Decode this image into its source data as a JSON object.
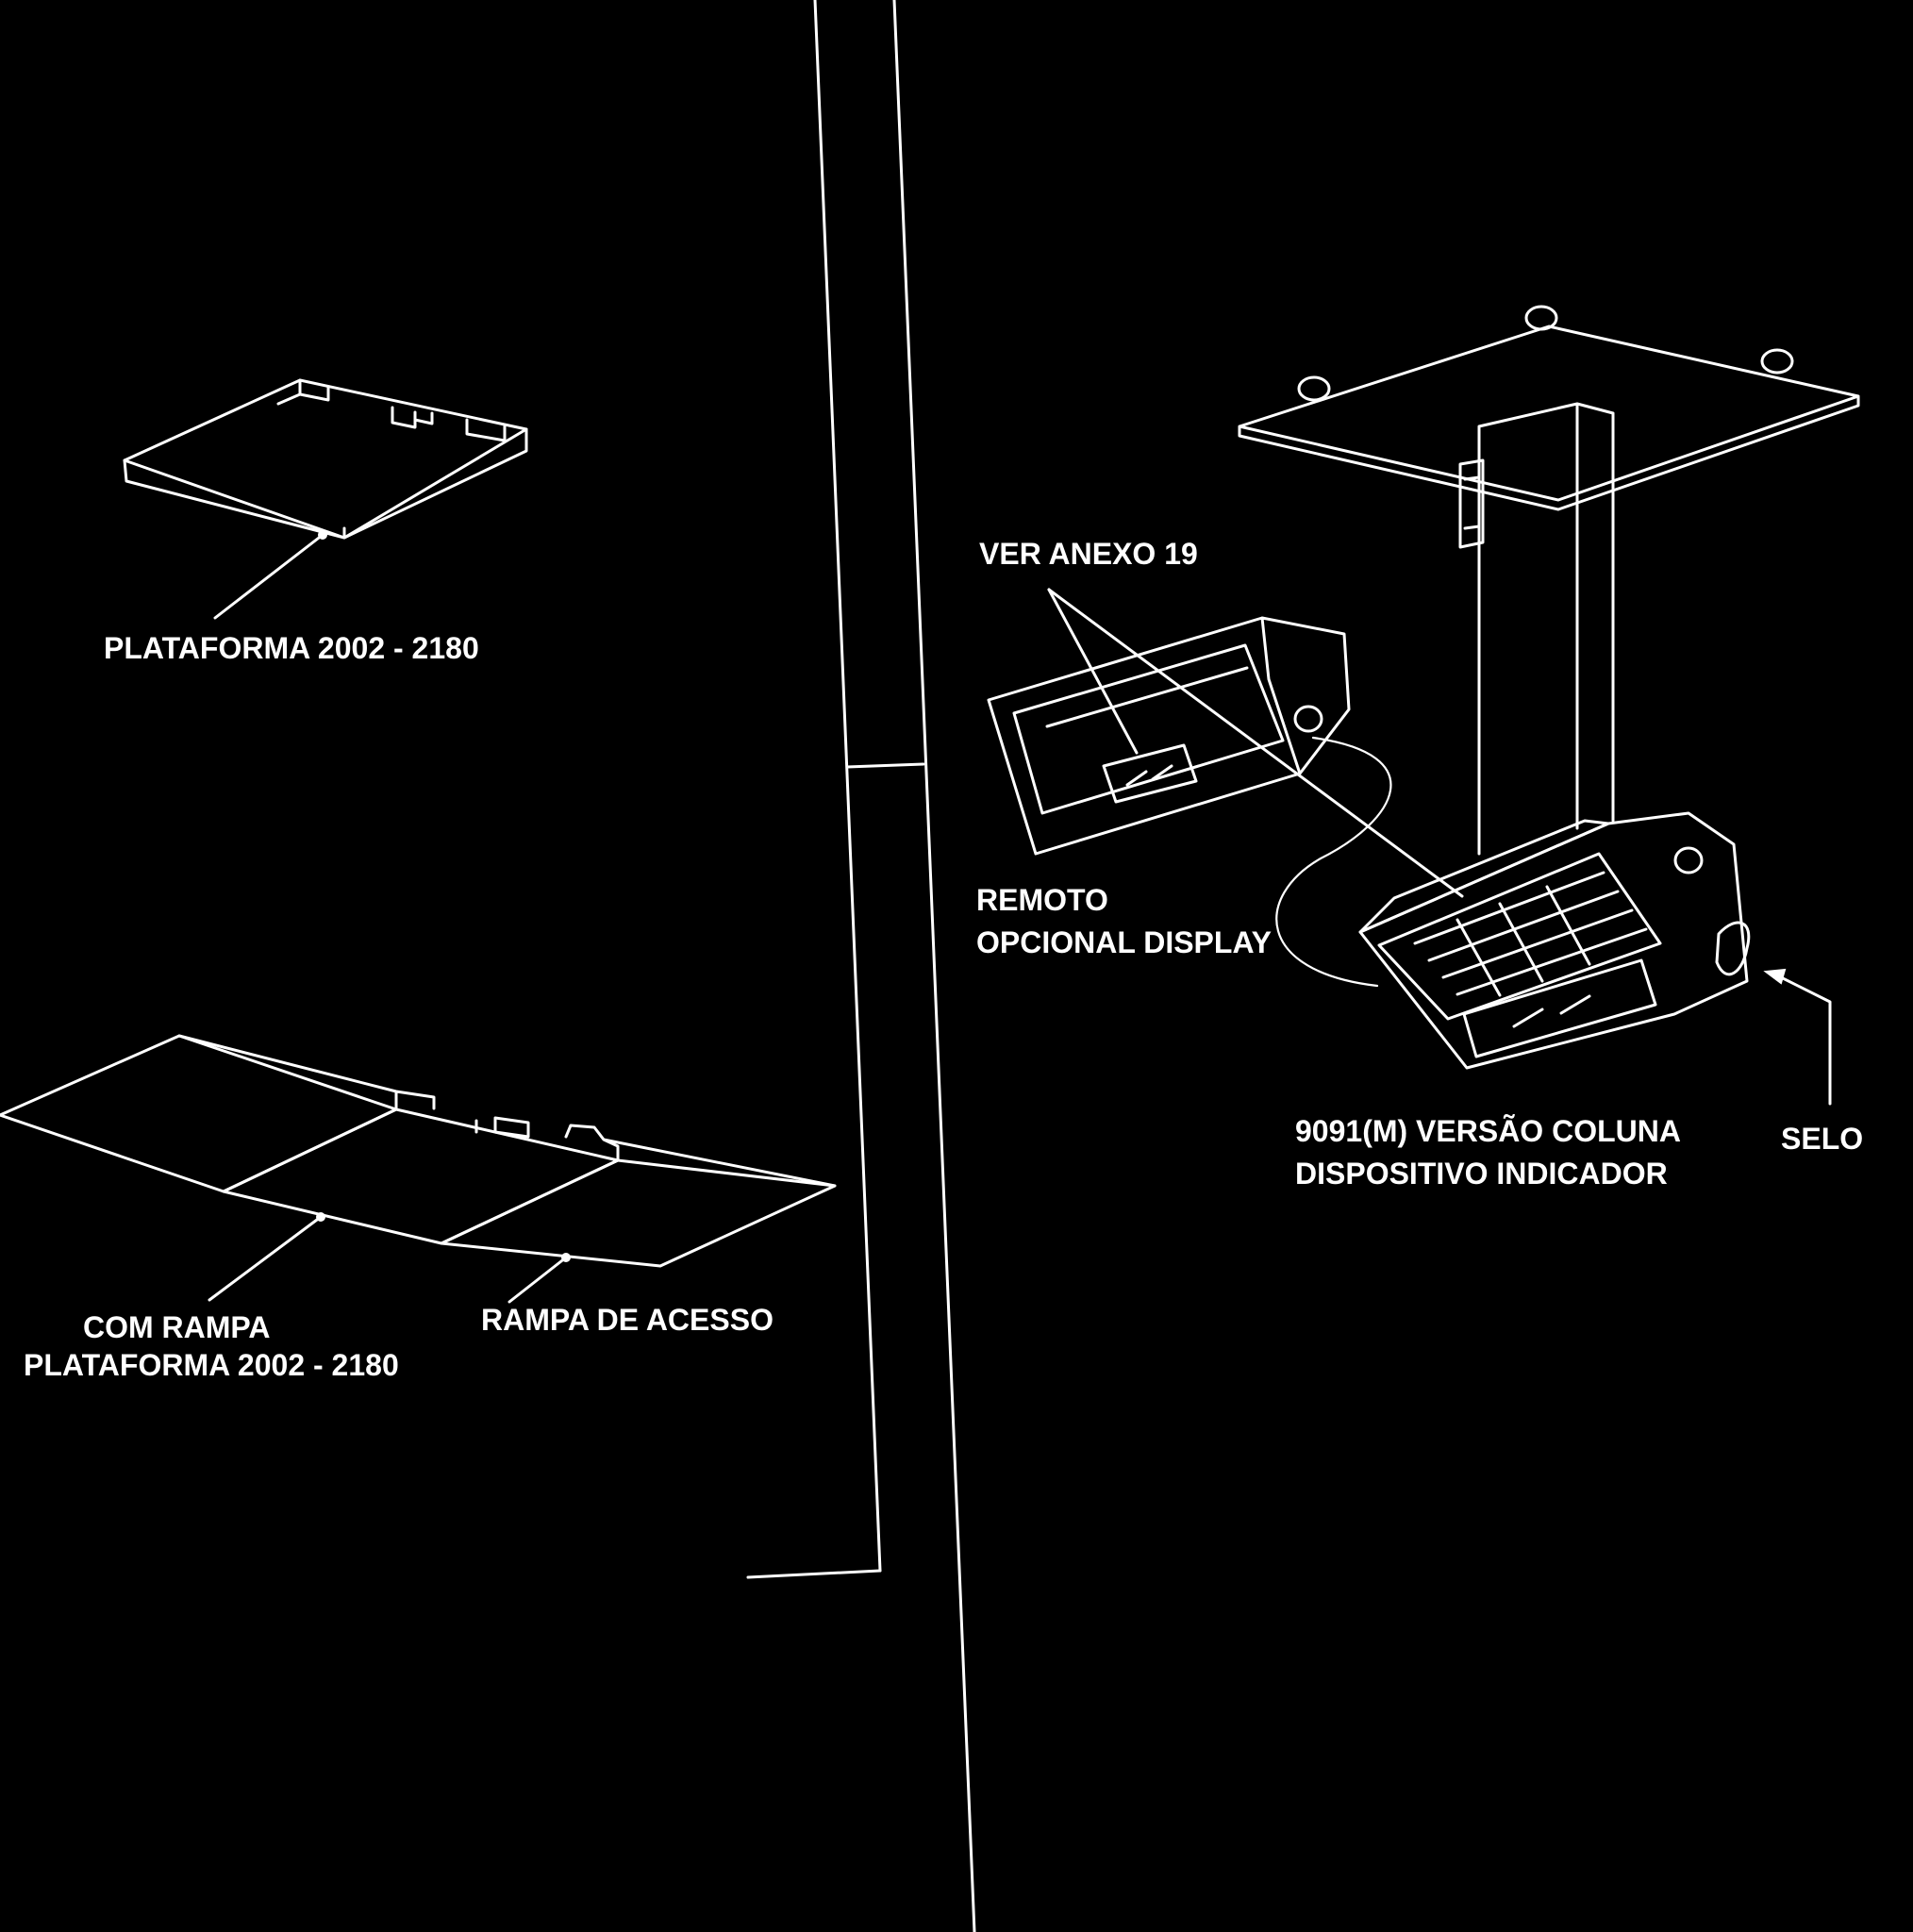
{
  "colors": {
    "background": "#000000",
    "line": "#ffffff"
  },
  "labels": {
    "plataforma_top": "PLATAFORMA 2002 - 2180",
    "com_rampa": "COM RAMPA",
    "plataforma_bottom": "PLATAFORMA 2002 - 2180",
    "rampa_de_acesso": "RAMPA DE ACESSO",
    "ver_anexo": "VER ANEXO 19",
    "remoto": "REMOTO",
    "opcional_display": "OPCIONAL DISPLAY",
    "versao_coluna": "9091(M) VERSÃO COLUNA",
    "dispositivo_indicador": "DISPOSITIVO INDICADOR",
    "selo": "SELO"
  }
}
